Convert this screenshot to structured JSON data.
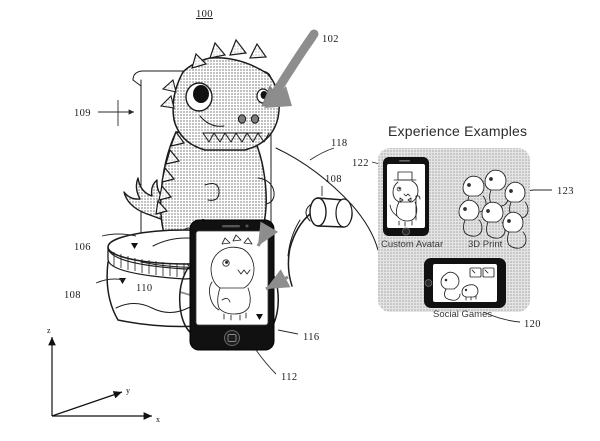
{
  "figure": {
    "number": "100",
    "caption_numbers": {
      "figure_id": "100",
      "scan_arrow": "102",
      "base_platform": "106",
      "base_body": "108",
      "backdrop": "109",
      "turntable": "110",
      "smartphone": "112",
      "phone_cradle": "116",
      "capture_path": "118",
      "social_games_ref": "120",
      "custom_avatar_ref": "122",
      "three_d_print_ref": "123",
      "accessory_roller": "108"
    }
  },
  "reference_callouts": [
    {
      "id": "ref-100",
      "label": "100",
      "underlined": true
    },
    {
      "id": "ref-102",
      "label": "102",
      "underlined": false
    },
    {
      "id": "ref-109",
      "label": "109",
      "underlined": false
    },
    {
      "id": "ref-106",
      "label": "106",
      "underlined": false
    },
    {
      "id": "ref-108-left",
      "label": "108",
      "underlined": false
    },
    {
      "id": "ref-110",
      "label": "110",
      "underlined": false
    },
    {
      "id": "ref-118",
      "label": "118",
      "underlined": false
    },
    {
      "id": "ref-108-right",
      "label": "108",
      "underlined": false
    },
    {
      "id": "ref-116",
      "label": "116",
      "underlined": false
    },
    {
      "id": "ref-112",
      "label": "112",
      "underlined": false
    },
    {
      "id": "ref-122",
      "label": "122",
      "underlined": false
    },
    {
      "id": "ref-123",
      "label": "123",
      "underlined": false
    },
    {
      "id": "ref-120",
      "label": "120",
      "underlined": false
    }
  ],
  "axes": {
    "z": "z",
    "y": "y",
    "x": "x"
  },
  "experience_panel": {
    "title": "Experience Examples",
    "tiles": [
      {
        "name": "custom-avatar",
        "label": "Custom Avatar",
        "ref": "122",
        "orientation": "portrait"
      },
      {
        "name": "3d-print",
        "label": "3D Print",
        "ref": "123",
        "orientation": "cluster"
      },
      {
        "name": "social-games",
        "label": "Social Games",
        "ref": "120",
        "orientation": "landscape"
      }
    ]
  },
  "colors": {
    "ink": "#1c1c1c",
    "halftone_gray": "#b9b9b9",
    "panel_gray": "#c9c9c9",
    "arrow_gray": "#8d8d8d",
    "phone_body": "#111111",
    "paper": "#ffffff"
  }
}
